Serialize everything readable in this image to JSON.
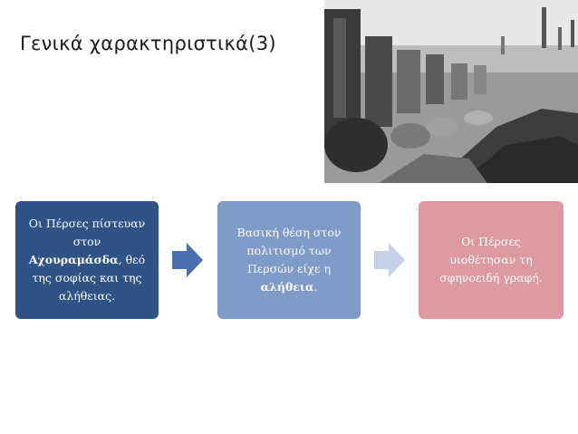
{
  "slide": {
    "title": "Γενικά χαρακτηριστικά(3)"
  },
  "photo": {
    "icon": "ruins-photo-icon"
  },
  "process": {
    "step1": {
      "line1": "Οι Πέρσες πίστευαν",
      "line2": "στον",
      "bold": "Αχουραμάσδα",
      "rest": ", θεό",
      "line4": "της σοφίας και της",
      "line5": "αλήθειας."
    },
    "step2": {
      "line1": "Βασική θέση στον",
      "line2": "πολιτισμό των",
      "line3": "Περσών είχε η",
      "bold": "αλήθεια",
      "rest": "."
    },
    "step3": {
      "line1": "Οι Πέρσες",
      "line2": "υιοθέτησαν τη",
      "line3": "σφηνοειδή γραφή."
    }
  },
  "colors": {
    "step1": "#2f5384",
    "step2": "#7f9bc7",
    "step3": "#dc9aa0",
    "arrow1": "#4a6fb0",
    "arrow2": "#c5d1e6"
  }
}
